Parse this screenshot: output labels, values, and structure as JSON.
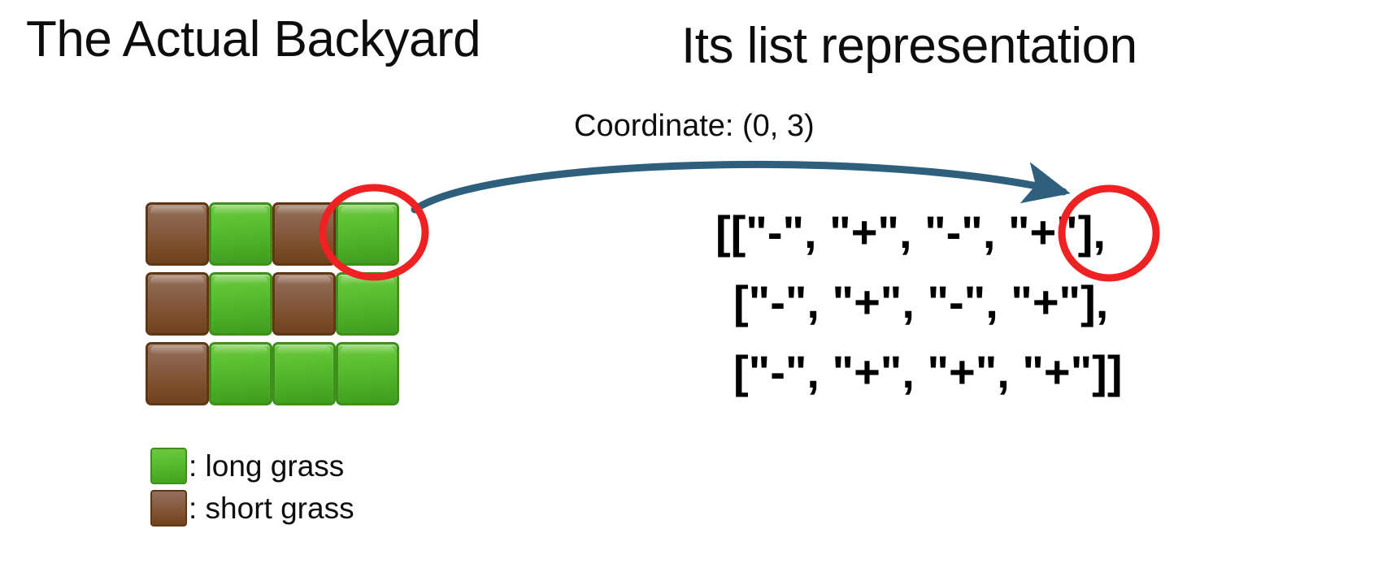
{
  "headings": {
    "left": "The Actual Backyard",
    "right": "Its list representation"
  },
  "annotation": {
    "coordinate_label": "Coordinate: (0, 3)",
    "highlight_color": "#ee2222",
    "arrow_color": "#2e5f7d",
    "highlighted_cell": {
      "row": 0,
      "col": 3
    }
  },
  "grid": {
    "rows": 3,
    "cols": 4,
    "cells": [
      [
        "short",
        "long",
        "short",
        "long"
      ],
      [
        "short",
        "long",
        "short",
        "long"
      ],
      [
        "short",
        "long",
        "long",
        "long"
      ]
    ]
  },
  "legend": {
    "items": [
      {
        "swatch": "long",
        "label": ": long grass",
        "color": "#4fb22a"
      },
      {
        "swatch": "short",
        "label": ": short grass",
        "color": "#7a4c28"
      }
    ]
  },
  "list_representation": {
    "lines": [
      "[[\"-\", \"+\", \"-\", \"+\"],",
      "[\"-\", \"+\", \"-\", \"+\"],",
      "[\"-\", \"+\", \"+\", \"+\"]]"
    ]
  }
}
